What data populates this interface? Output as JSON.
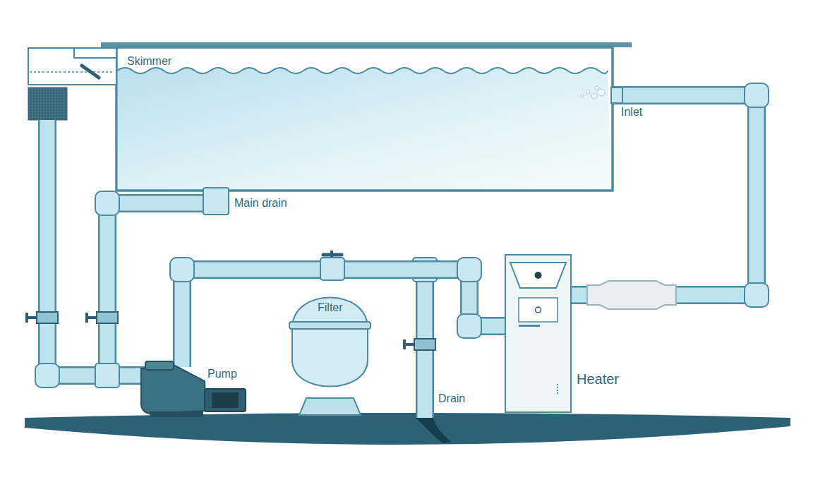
{
  "diagram": {
    "nodes": [
      {
        "text": [
          "Filter"
        ]
      },
      {
        "text": [
          "Heater"
        ]
      }
    ],
    "edges": [
      {
        "from": 0,
        "to": 1,
        "arrow": "none"
      }
    ],
    "labels": [
      "Skimmer",
      "Inlet",
      "Main drain",
      "Pump",
      "Drain"
    ]
  }
}
